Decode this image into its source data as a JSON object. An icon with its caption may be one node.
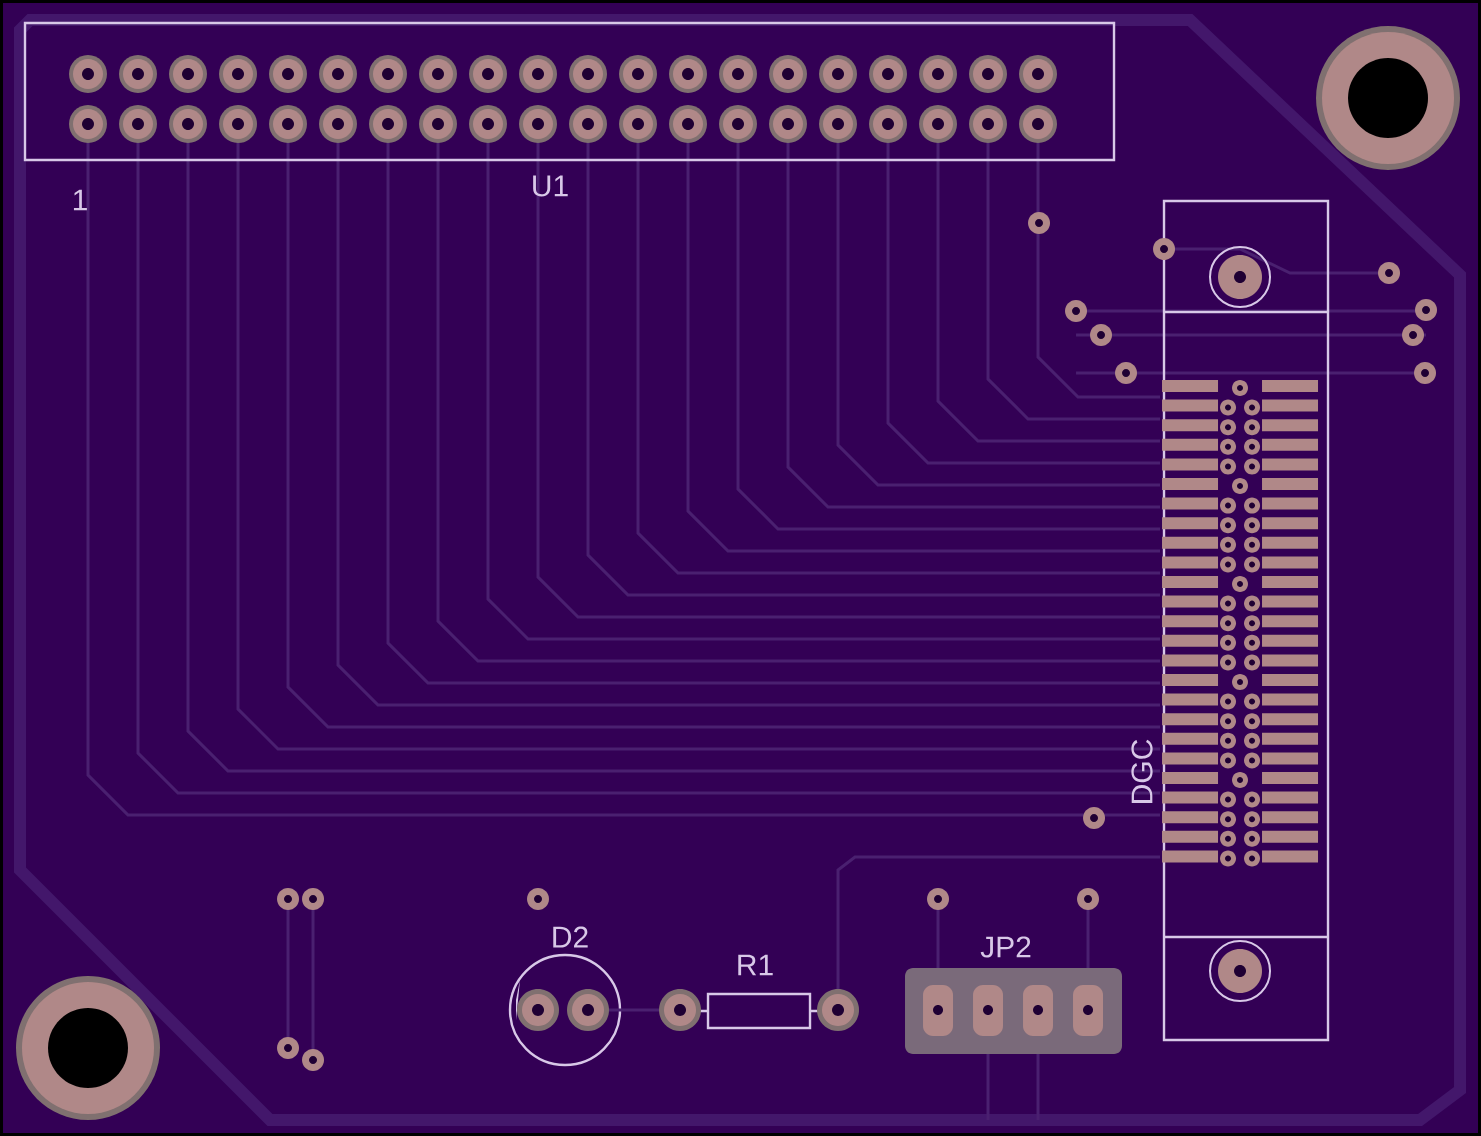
{
  "diagram": {
    "labels": [
      "1",
      "U1",
      "DGC",
      "D2",
      "R1",
      "JP2"
    ]
  }
}
